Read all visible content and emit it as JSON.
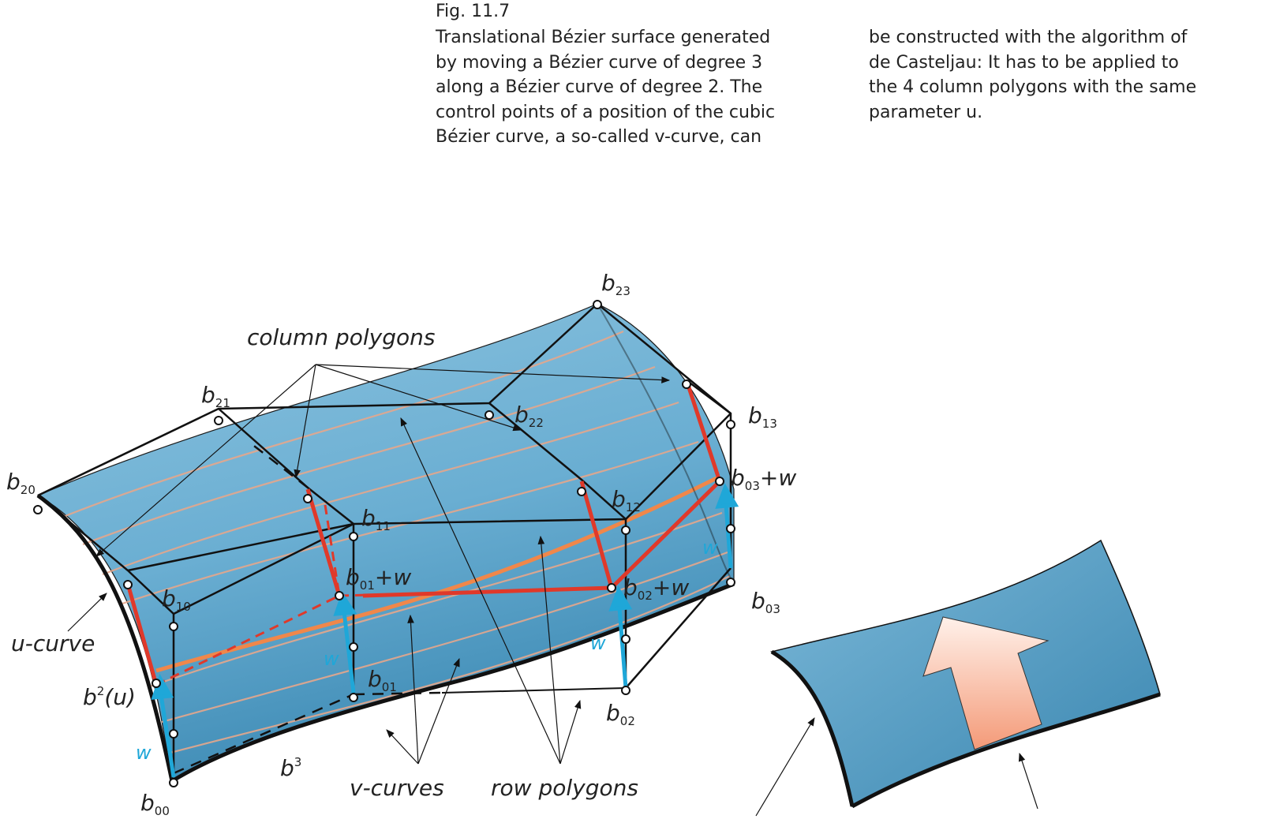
{
  "caption": {
    "fig_number": "Fig. 11.7",
    "col1_lines": [
      "Translational Bézier surface generated",
      "by moving a Bézier curve of degree 3",
      "along a Bézier curve of degree 2. The",
      "control points of a position of the cubic",
      "Bézier curve, a so-called v-curve, can"
    ],
    "col2_lines": [
      "be constructed with the algorithm of",
      "de Casteljau: It has to be applied to",
      "the 4 column polygons with the same",
      "parameter u."
    ]
  },
  "labels": {
    "column_polygons": "column polygons",
    "u_curve": "u-curve",
    "v_curves": "v-curves",
    "row_polygons": "row polygons",
    "w": "w",
    "b_u_base": "b",
    "b_u_sup": "2",
    "b_u_arg": "(u)",
    "b3_base": "b",
    "b3_sup": "3"
  },
  "points": {
    "b00": {
      "base": "b",
      "sub": "00"
    },
    "b01": {
      "base": "b",
      "sub": "01"
    },
    "b02": {
      "base": "b",
      "sub": "02"
    },
    "b03": {
      "base": "b",
      "sub": "03"
    },
    "b10": {
      "base": "b",
      "sub": "10"
    },
    "b11": {
      "base": "b",
      "sub": "11"
    },
    "b12": {
      "base": "b",
      "sub": "12"
    },
    "b13": {
      "base": "b",
      "sub": "13"
    },
    "b20": {
      "base": "b",
      "sub": "20"
    },
    "b21": {
      "base": "b",
      "sub": "21"
    },
    "b22": {
      "base": "b",
      "sub": "22"
    },
    "b23": {
      "base": "b",
      "sub": "23"
    },
    "b01w": {
      "base": "b",
      "sub": "01",
      "suffix": "+w"
    },
    "b02w": {
      "base": "b",
      "sub": "02",
      "suffix": "+w"
    },
    "b03w": {
      "base": "b",
      "sub": "03",
      "suffix": "+w"
    }
  },
  "colors": {
    "surface": "#6fb0d2",
    "surface_dark": "#3f8bb4",
    "polygon": "#111111",
    "red_polygon": "#e03a2a",
    "orange_curve": "#f08a50",
    "light_curves": "#e7a98f",
    "translation_vector": "#1fa7d8",
    "arrow_fill": "#f6a98a"
  }
}
